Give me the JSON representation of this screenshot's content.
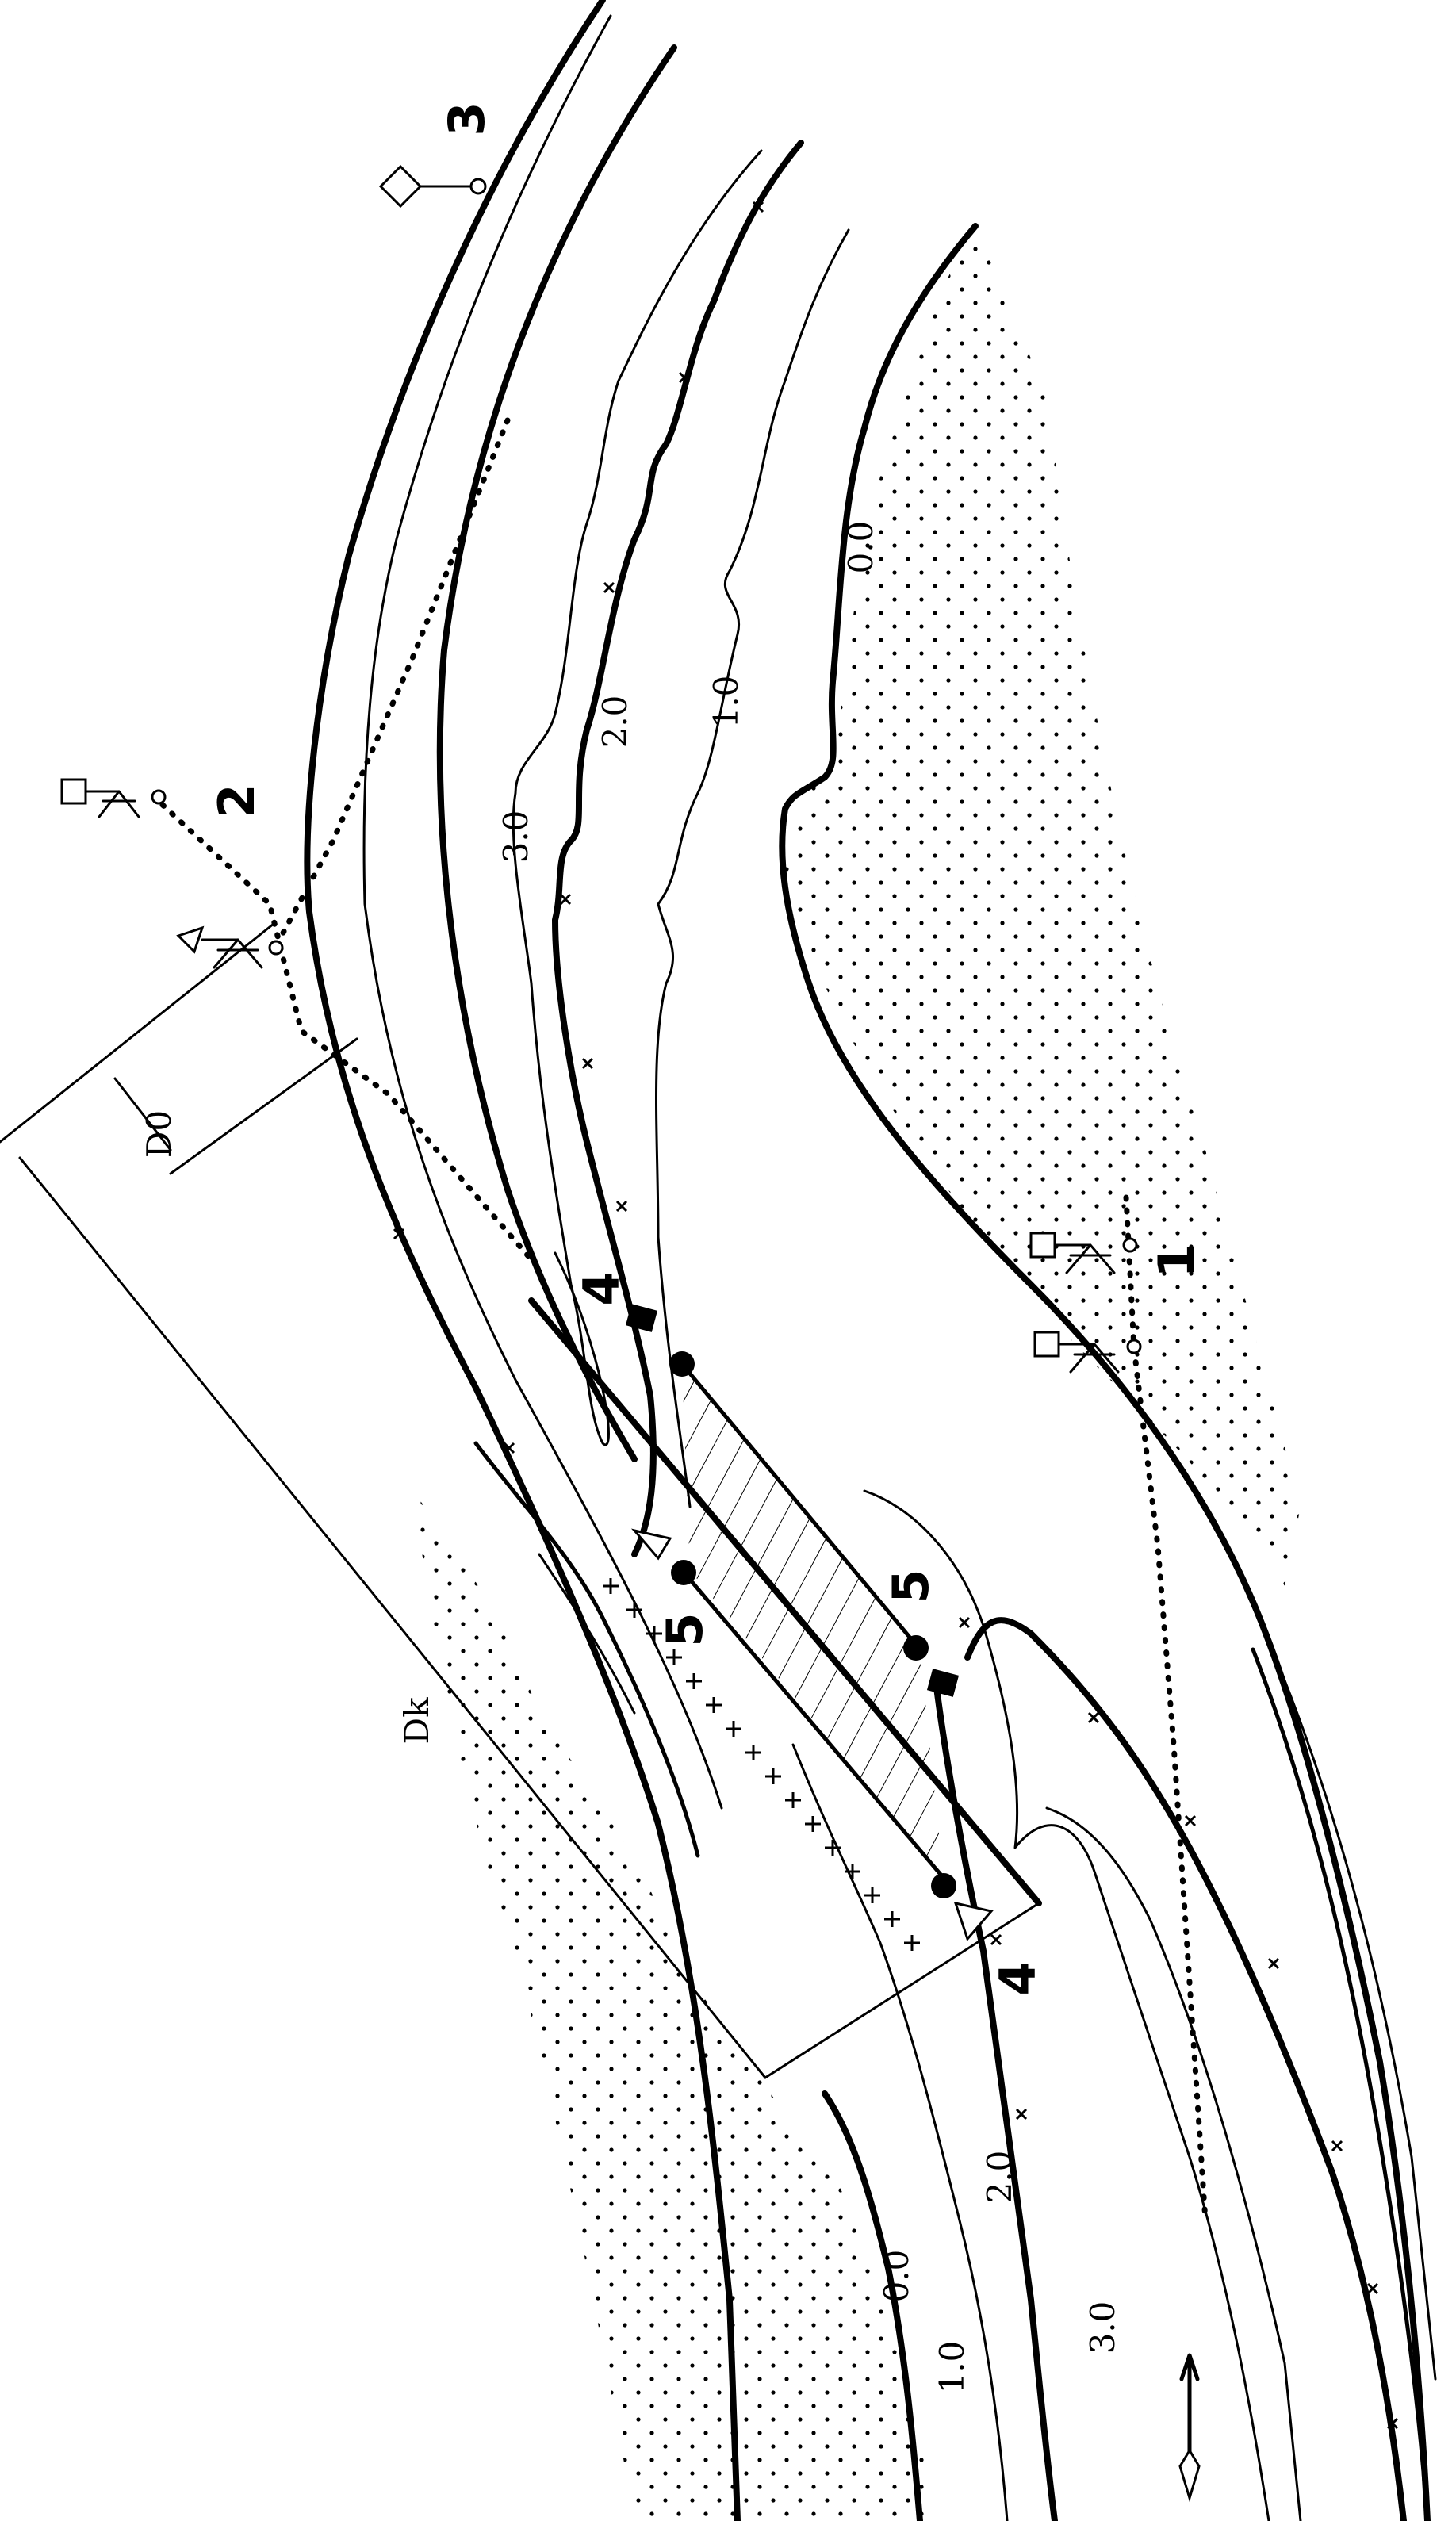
{
  "contour_labels": {
    "top_0": "0.0",
    "top_1": "1.0",
    "top_2": "2.0",
    "top_3": "3.0",
    "bottom_0": "0.0",
    "bottom_1": "1.0",
    "bottom_2": "2.0",
    "bottom_3": "3.0"
  },
  "dimension_labels": {
    "d0": "D0",
    "dk": "Dk"
  },
  "marker_labels": {
    "m1": "1",
    "m2": "2",
    "m3": "3",
    "m4_top": "4",
    "m4_bottom": "4",
    "m5_top": "5",
    "m5_bottom": "5"
  },
  "colors": {
    "ink": "#000000",
    "paper": "#ffffff"
  }
}
